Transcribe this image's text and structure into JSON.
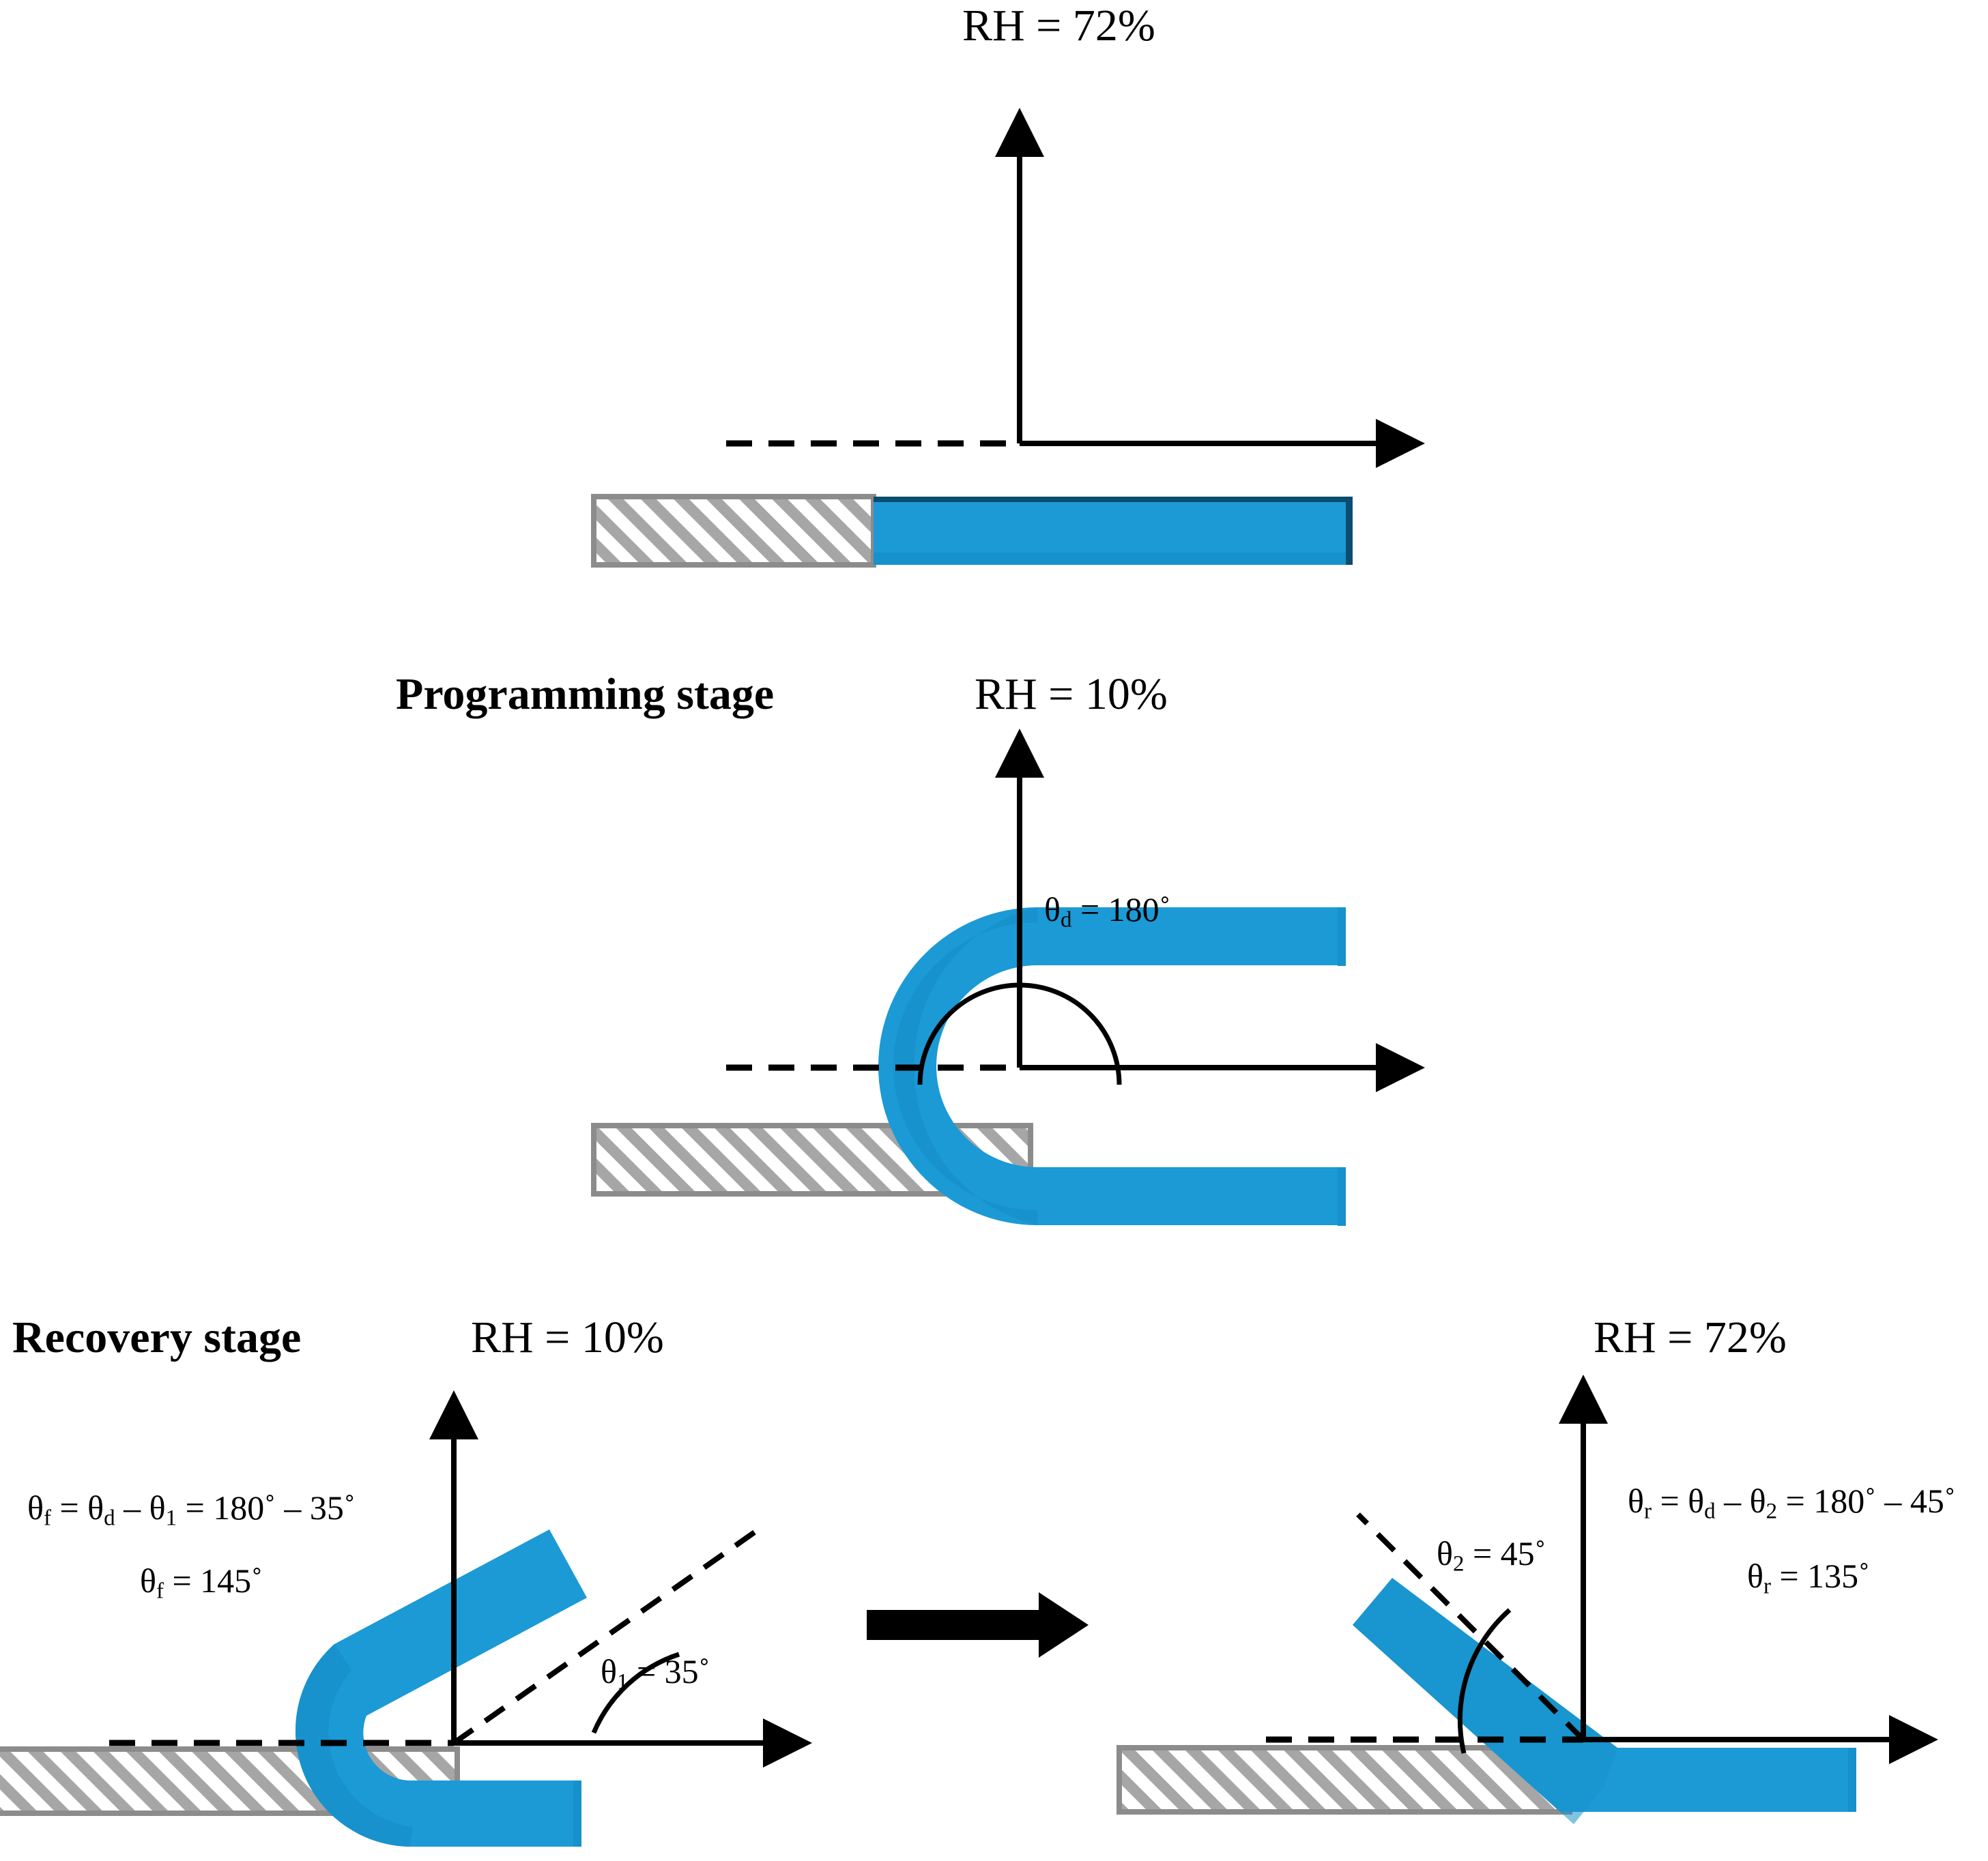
{
  "figure": {
    "type": "diagram",
    "description": "Shape-memory polymer strip bending: programming and recovery stages at different relative humidity",
    "colors": {
      "strip_blue": "#1B9AD6",
      "strip_blue_dark": "#0E7CB0",
      "strip_edge_navy": "#0B4D6E",
      "clamp_gray": "#8C8C8C",
      "clamp_hatch": "#A6A6A6",
      "axis_black": "#000000",
      "background": "#FFFFFF"
    }
  },
  "panels": {
    "top": {
      "rh_label": "RH = 72%",
      "stage_label": "",
      "shape": "straight-horizontal-strip",
      "angle_label": ""
    },
    "programming": {
      "stage_label": "Programming stage",
      "rh_label": "RH = 10%",
      "shape": "u-bend-180",
      "angle_label": "θd = 180˚",
      "angle_symbol": "θ",
      "angle_subscript": "d",
      "angle_value": "180˚"
    },
    "recovery_left": {
      "stage_label": "Recovery stage",
      "rh_label": "RH = 10%",
      "shape": "j-bend-145",
      "equation_line1": "θf = θd – θ1 = 180˚ – 35˚",
      "equation_line2": "θf = 145˚",
      "angle_label": "θ1 = 35˚",
      "angle_symbol": "θ",
      "angle_subscript": "1",
      "angle_value": "35˚"
    },
    "recovery_right": {
      "rh_label": "RH = 72%",
      "shape": "v-bend-135",
      "equation_line1": "θr = θd – θ2 = 180˚ – 45˚",
      "equation_line2": "θr = 135˚",
      "angle_label": "θ2 = 45˚",
      "angle_symbol": "θ",
      "angle_subscript": "2",
      "angle_value": "45˚"
    },
    "transition": {
      "icon": "right-arrow-icon",
      "label": ""
    }
  },
  "values": {
    "theta_d": "180˚",
    "theta_1": "35˚",
    "theta_2": "45˚",
    "theta_f": "145˚",
    "theta_r": "135˚",
    "rh_high": "72%",
    "rh_low": "10%"
  },
  "equation_parts": {
    "thetaf_sym": "θ",
    "thetaf_sub": "f",
    "thetad_sym": "θ",
    "thetad_sub": "d",
    "theta1_sym": "θ",
    "theta1_sub": "1",
    "theta2_sym": "θ",
    "theta2_sub": "2",
    "thetar_sym": "θ",
    "thetar_sub": "r",
    "eq": "=",
    "minus": "–",
    "v180": "180˚",
    "v35": "35˚",
    "v45": "45˚",
    "v145": "145˚",
    "v135": "135˚"
  }
}
